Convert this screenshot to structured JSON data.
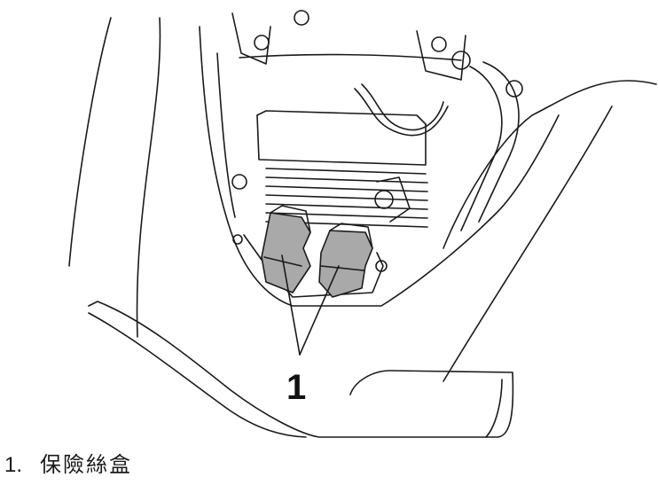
{
  "figure": {
    "callout": "1",
    "fuse_box_fill": "#a9a9a9"
  },
  "caption": {
    "number": "1.",
    "text": "保險絲盒"
  }
}
